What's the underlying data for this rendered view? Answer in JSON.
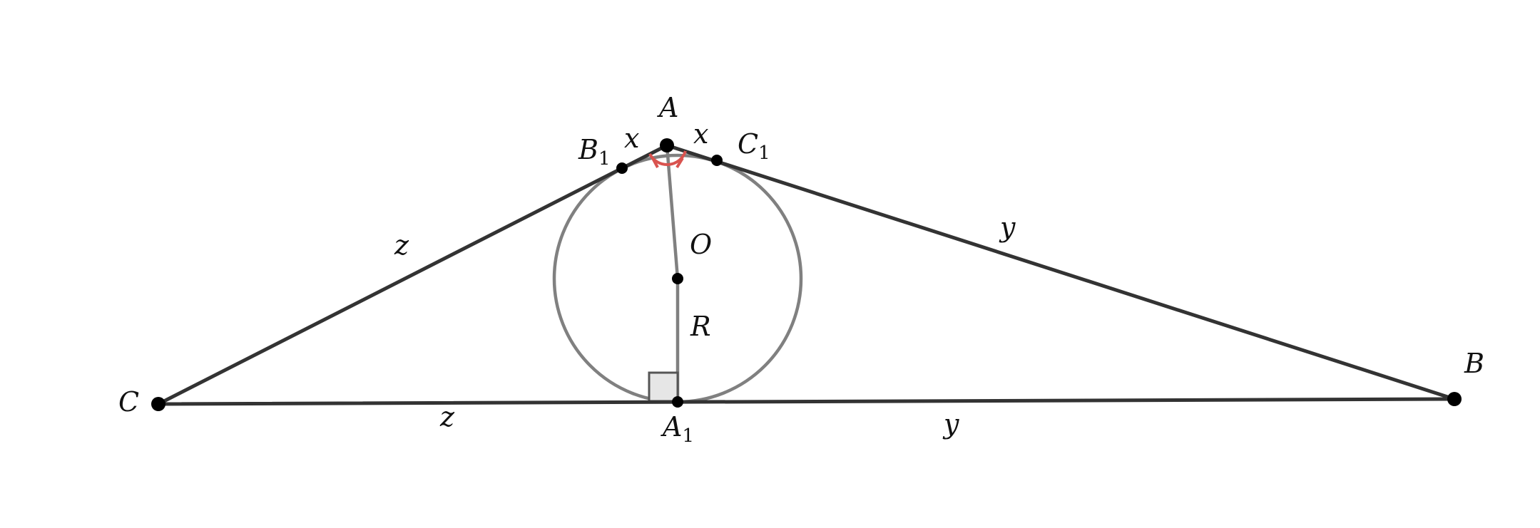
{
  "diagram": {
    "points": {
      "A": {
        "name": "A"
      },
      "B": {
        "name": "B"
      },
      "C": {
        "name": "C"
      },
      "A1": {
        "name": "A",
        "sub": "1"
      },
      "B1": {
        "name": "B",
        "sub": "1"
      },
      "C1": {
        "name": "C",
        "sub": "1"
      },
      "O": {
        "name": "O"
      }
    },
    "segment_labels": {
      "x_left": "x",
      "x_right": "x",
      "y_upper": "y",
      "y_lower": "y",
      "z_upper": "z",
      "z_lower": "z",
      "radius": "R"
    },
    "colors": {
      "sides": "#333333",
      "circle": "#808080",
      "angle_mark": "#d9534f"
    }
  }
}
